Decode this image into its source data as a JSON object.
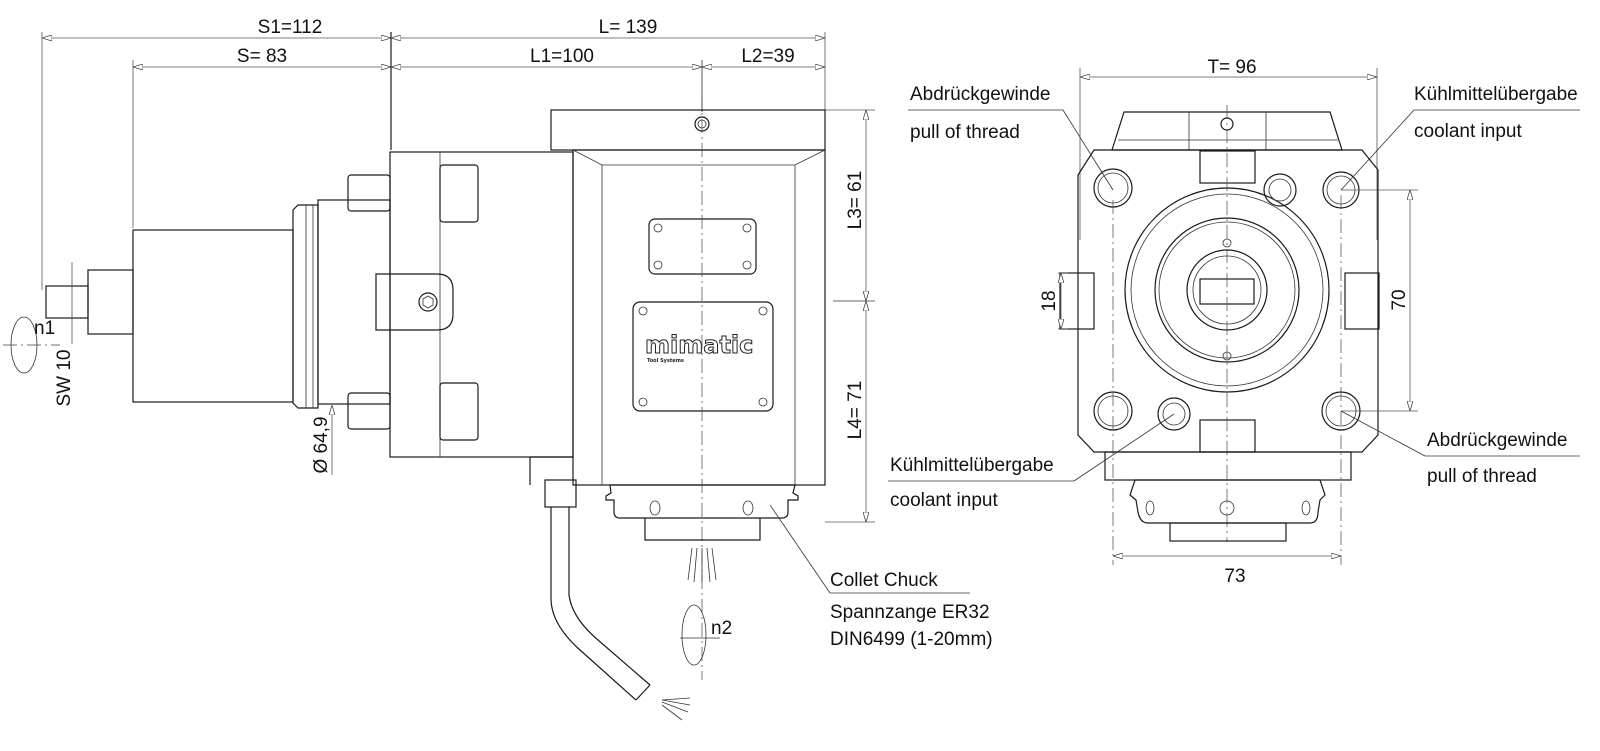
{
  "drawing": {
    "title": "Angled driven tool holder technical drawing",
    "side_view": {
      "dimensions": {
        "s1": "S1=112",
        "s": "S= 83",
        "l": "L= 139",
        "l1": "L1=100",
        "l2": "L2=39",
        "l3": "L3= 61",
        "l4": "L4= 71",
        "sw": "SW 10",
        "diameter": "Ø 64,9"
      },
      "rotation_labels": {
        "input": "n1",
        "output": "n2"
      },
      "logo": {
        "brand": "mimatic",
        "tagline": "Tool Systems"
      },
      "callout_collet": {
        "line1": "Collet Chuck",
        "line2": "Spannzange ER32",
        "line3": "DIN6499 (1-20mm)"
      }
    },
    "front_view": {
      "dimensions": {
        "t": "T= 96",
        "width_bottom": "73",
        "slot": "18",
        "hole_spacing": "70"
      },
      "callouts": [
        {
          "german": "Abdrückgewinde",
          "english": "pull of thread",
          "position": "top-left"
        },
        {
          "german": "Kühlmittelübergabe",
          "english": "coolant input",
          "position": "top-right"
        },
        {
          "german": "Kühlmittelübergabe",
          "english": "coolant input",
          "position": "bottom-left"
        },
        {
          "german": "Abdrückgewinde",
          "english": "pull of thread",
          "position": "bottom-right"
        }
      ]
    }
  }
}
